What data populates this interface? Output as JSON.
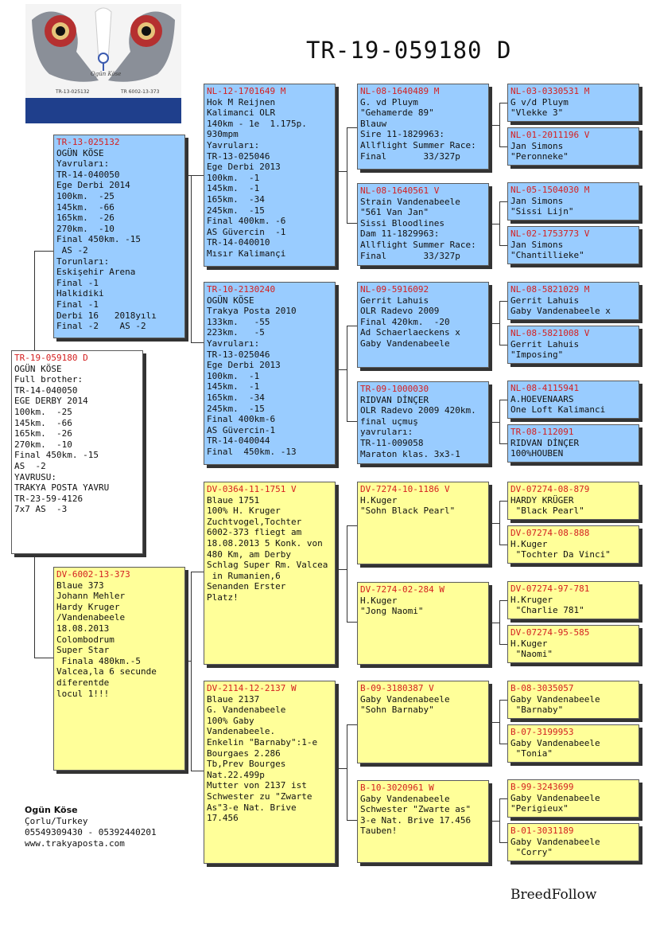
{
  "title": "TR-19-059180 D",
  "brand": "BreedFollow",
  "logo": {
    "script_text": "Ogün Köse",
    "left_ring": "TR-13-025132",
    "right_ring": "TR 6002-13-373"
  },
  "footer": [
    "Ogün Köse",
    "Çorlu/Turkey",
    "05549309430 - 05392440201",
    "www.trakyaposta.com"
  ],
  "pedigree": {
    "subject": {
      "ring": "TR-19-059180 D",
      "lines": [
        "OGÜN KÖSE",
        "Full brother:",
        "TR-14-040050",
        "EGE DERBY 2014",
        "100km.  -25",
        "145km.  -66",
        "165km.  -26",
        "270km.  -10",
        "Final 450km. -15",
        "AS  -2",
        "YAVRUSU:",
        "TRAKYA POSTA YAVRU",
        "TR-23-59-4126",
        "7x7 AS  -3"
      ]
    },
    "sire": {
      "ring": "TR-13-025132",
      "lines": [
        "OGÜN KÖSE",
        "Yavruları:",
        "TR-14-040050",
        "Ege Derbi 2014",
        "100km.  -25",
        "145km.  -66",
        "165km.  -26",
        "270km.  -10",
        "Final 450km. -15",
        " AS -2",
        "Torunları:",
        "Eskişehir Arena",
        "Final -1",
        "Halkidiki",
        "Final -1",
        "Derbi 16   2018yılı",
        "Final -2    AS -2"
      ]
    },
    "dam": {
      "ring": "DV-6002-13-373",
      "lines": [
        "Blaue 373",
        "Johann Mehler",
        "Hardy Kruger",
        "/Vandenabeele",
        "18.08.2013",
        "Colombodrum",
        "Super Star",
        " Finala 480km.-5",
        "Valcea,la 6 secunde",
        "diferentde",
        "locul 1!!!"
      ]
    },
    "gen3": [
      {
        "ring": "NL-12-1701649 M",
        "lines": [
          "Hok M Reijnen",
          "Kalimanci OLR",
          "140km - 1e  1.175p.",
          "930mpm",
          "Yavruları:",
          "TR-13-025046",
          "Ege Derbi 2013",
          "100km.  -1",
          "145km.  -1",
          "165km.  -34",
          "245km.  -15",
          "Final 400km. -6",
          "AS Güvercin  -1",
          "TR-14-040010",
          "Mısır Kalimançi"
        ]
      },
      {
        "ring": "TR-10-2130240",
        "lines": [
          "OGÜN KÖSE",
          "Trakya Posta 2010",
          "133km.   -55",
          "223km.   -5",
          "Yavruları:",
          "TR-13-025046",
          "Ege Derbi 2013",
          "100km.  -1",
          "145km.  -1",
          "165km.  -34",
          "245km.  -15",
          "Final 400km-6",
          "AS Güvercin-1",
          "TR-14-040044",
          "Final  450km. -13"
        ]
      },
      {
        "ring": "DV-0364-11-1751 V",
        "lines": [
          "Blaue 1751",
          "100% H. Kruger",
          "Zuchtvogel,Tochter",
          "6002-373 fliegt am",
          "18.08.2013 5 Konk. von",
          "480 Km, am Derby",
          "Schlag Super Rm. Valcea",
          " in Rumanien,6",
          "Senanden Erster",
          "Platz!"
        ]
      },
      {
        "ring": "DV-2114-12-2137 W",
        "lines": [
          "Blaue 2137",
          "G. Vandenabeele",
          "100% Gaby",
          "Vandenabeele.",
          "Enkelin \"Barnaby\":1-e",
          "Bourgaes 2.286",
          "Tb,Prev Bourges",
          "Nat.22.499p",
          "Mutter von 2137 ist",
          "Schwester zu \"Zwarte",
          "As\"3-e Nat. Brive",
          "17.456"
        ]
      }
    ],
    "gen4": [
      {
        "ring": "NL-08-1640489 M",
        "lines": [
          "G. vd Pluym",
          "\"Gehamerde 89\"",
          "Blauw",
          "Sire 11-1829963:",
          "Allflight Summer Race:",
          "Final       33/327p"
        ]
      },
      {
        "ring": "NL-08-1640561 V",
        "lines": [
          "Strain Vandenabeele",
          "\"561 Van Jan\"",
          "Sissi Bloodlines",
          "Dam 11-1829963:",
          "Allflight Summer Race:",
          "Final       33/327p"
        ]
      },
      {
        "ring": "NL-09-5916092",
        "lines": [
          "Gerrit Lahuis",
          "OLR Radevo 2009",
          "Final 420km.  -20",
          "Ad Schaerlaeckens x",
          "Gaby Vandenabeele"
        ]
      },
      {
        "ring": "TR-09-1000030",
        "lines": [
          "RIDVAN DİNÇER",
          "OLR Radevo 2009 420km.",
          "final uçmuş",
          "yavruları:",
          "TR-11-009058",
          "Maraton klas. 3x3-1"
        ]
      },
      {
        "ring": "DV-7274-10-1186 V",
        "lines": [
          "H.Kuger",
          "\"Sohn Black Pearl\""
        ]
      },
      {
        "ring": "DV-7274-02-284 W",
        "lines": [
          "H.Kuger",
          "\"Jong Naomi\""
        ]
      },
      {
        "ring": "B-09-3180387 V",
        "lines": [
          "Gaby Vandenabeele",
          "\"Sohn Barnaby\""
        ]
      },
      {
        "ring": "B-10-3020961 W",
        "lines": [
          "Gaby Vandenabeele",
          "Schwester \"Zwarte as\"",
          "3-e Nat. Brive 17.456",
          "Tauben!"
        ]
      }
    ],
    "gen5": [
      {
        "ring": "NL-03-0330531 M",
        "lines": [
          "G v/d Pluym",
          "\"Vlekke 3\""
        ]
      },
      {
        "ring": "NL-01-2011196 V",
        "lines": [
          "Jan Simons",
          "\"Peronneke\""
        ]
      },
      {
        "ring": "NL-05-1504030 M",
        "lines": [
          "Jan Simons",
          "\"Sissi Lijn\""
        ]
      },
      {
        "ring": "NL-02-1753773 V",
        "lines": [
          "Jan Simons",
          "\"Chantillieke\""
        ]
      },
      {
        "ring": "NL-08-5821029 M",
        "lines": [
          "Gerrit Lahuis",
          "Gaby Vandenabeele x"
        ]
      },
      {
        "ring": "NL-08-5821008 V",
        "lines": [
          "Gerrit Lahuis",
          "\"Imposing\""
        ]
      },
      {
        "ring": "NL-08-4115941",
        "lines": [
          "A.HOEVENAARS",
          "One Loft Kalimanci"
        ]
      },
      {
        "ring": "TR-08-112091",
        "lines": [
          "RIDVAN DİNÇER",
          "100%HOUBEN"
        ]
      },
      {
        "ring": "DV-07274-08-879",
        "lines": [
          "HARDY KRÜGER",
          " \"Black Pearl\""
        ]
      },
      {
        "ring": "DV-07274-08-888",
        "lines": [
          "H.Kuger",
          " \"Tochter Da Vinci\""
        ]
      },
      {
        "ring": "DV-07274-97-781",
        "lines": [
          "H.Kruger",
          " \"Charlie 781\""
        ]
      },
      {
        "ring": "DV-07274-95-585",
        "lines": [
          "H.Kuger",
          " \"Naomi\""
        ]
      },
      {
        "ring": "B-08-3035057",
        "lines": [
          "Gaby Vandenabeele",
          " \"Barnaby\""
        ]
      },
      {
        "ring": "B-07-3199953",
        "lines": [
          "Gaby Vandenabeele",
          " \"Tonia\""
        ]
      },
      {
        "ring": "B-99-3243699",
        "lines": [
          "Gaby Vandenabeele",
          "\"Perigieux\""
        ]
      },
      {
        "ring": "B-01-3031189",
        "lines": [
          "Gaby Vandenabeele",
          " \"Corry\""
        ]
      }
    ]
  }
}
